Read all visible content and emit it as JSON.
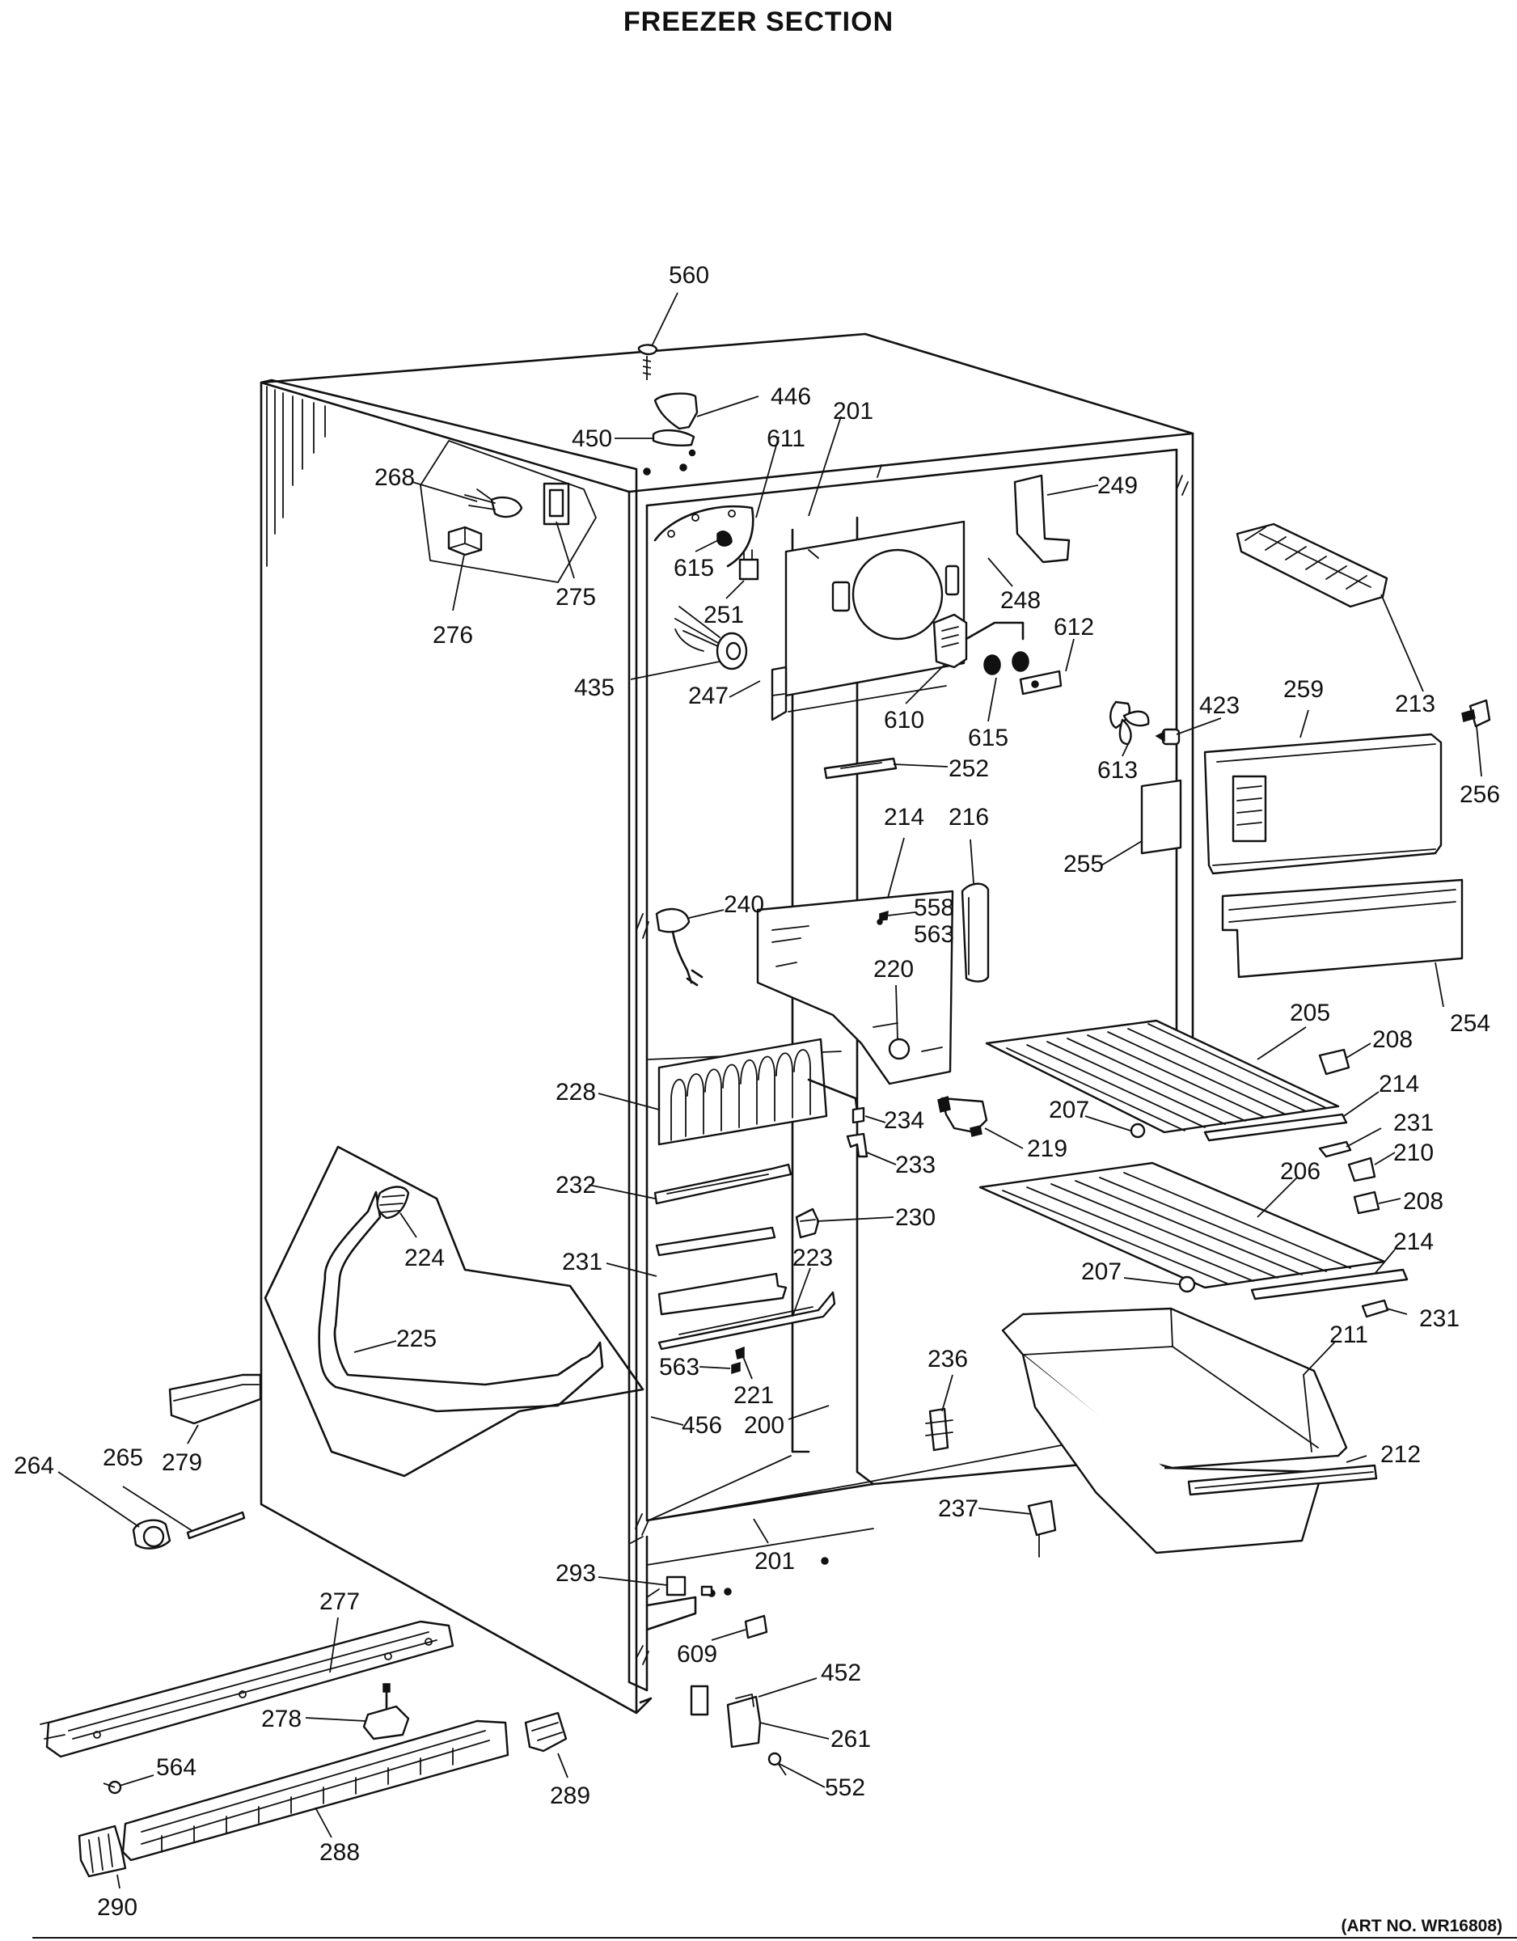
{
  "title": "FREEZER SECTION",
  "art_number": "(ART NO. WR16808)",
  "callouts": [
    {
      "id": "c560",
      "text": "560"
    },
    {
      "id": "c446",
      "text": "446"
    },
    {
      "id": "c450",
      "text": "450"
    },
    {
      "id": "c201a",
      "text": "201"
    },
    {
      "id": "c611",
      "text": "611"
    },
    {
      "id": "c268",
      "text": "268"
    },
    {
      "id": "c249",
      "text": "249"
    },
    {
      "id": "c615a",
      "text": "615"
    },
    {
      "id": "c251",
      "text": "251"
    },
    {
      "id": "c275",
      "text": "275"
    },
    {
      "id": "c276",
      "text": "276"
    },
    {
      "id": "c248",
      "text": "248"
    },
    {
      "id": "c612",
      "text": "612"
    },
    {
      "id": "c213",
      "text": "213"
    },
    {
      "id": "c435",
      "text": "435"
    },
    {
      "id": "c247",
      "text": "247"
    },
    {
      "id": "c610",
      "text": "610"
    },
    {
      "id": "c615b",
      "text": "615"
    },
    {
      "id": "c423",
      "text": "423"
    },
    {
      "id": "c259",
      "text": "259"
    },
    {
      "id": "c256",
      "text": "256"
    },
    {
      "id": "c613",
      "text": "613"
    },
    {
      "id": "c252",
      "text": "252"
    },
    {
      "id": "c214a",
      "text": "214"
    },
    {
      "id": "c216",
      "text": "216"
    },
    {
      "id": "c255",
      "text": "255"
    },
    {
      "id": "c240",
      "text": "240"
    },
    {
      "id": "c558",
      "text": "558"
    },
    {
      "id": "c563a",
      "text": "563"
    },
    {
      "id": "c220",
      "text": "220"
    },
    {
      "id": "c254",
      "text": "254"
    },
    {
      "id": "c205",
      "text": "205"
    },
    {
      "id": "c208a",
      "text": "208"
    },
    {
      "id": "c228",
      "text": "228"
    },
    {
      "id": "c234",
      "text": "234"
    },
    {
      "id": "c214b",
      "text": "214"
    },
    {
      "id": "c207a",
      "text": "207"
    },
    {
      "id": "c219",
      "text": "219"
    },
    {
      "id": "c231a",
      "text": "231"
    },
    {
      "id": "c233",
      "text": "233"
    },
    {
      "id": "c210",
      "text": "210"
    },
    {
      "id": "c232",
      "text": "232"
    },
    {
      "id": "c206",
      "text": "206"
    },
    {
      "id": "c208b",
      "text": "208"
    },
    {
      "id": "c230",
      "text": "230"
    },
    {
      "id": "c224",
      "text": "224"
    },
    {
      "id": "c231b",
      "text": "231"
    },
    {
      "id": "c223",
      "text": "223"
    },
    {
      "id": "c214c",
      "text": "214"
    },
    {
      "id": "c207b",
      "text": "207"
    },
    {
      "id": "c231c",
      "text": "231"
    },
    {
      "id": "c225",
      "text": "225"
    },
    {
      "id": "c563b",
      "text": "563"
    },
    {
      "id": "c221",
      "text": "221"
    },
    {
      "id": "c236",
      "text": "236"
    },
    {
      "id": "c211",
      "text": "211"
    },
    {
      "id": "c456",
      "text": "456"
    },
    {
      "id": "c200",
      "text": "200"
    },
    {
      "id": "c264",
      "text": "264"
    },
    {
      "id": "c265",
      "text": "265"
    },
    {
      "id": "c279",
      "text": "279"
    },
    {
      "id": "c212",
      "text": "212"
    },
    {
      "id": "c237",
      "text": "237"
    },
    {
      "id": "c293",
      "text": "293"
    },
    {
      "id": "c201b",
      "text": "201"
    },
    {
      "id": "c277",
      "text": "277"
    },
    {
      "id": "c609",
      "text": "609"
    },
    {
      "id": "c452",
      "text": "452"
    },
    {
      "id": "c278",
      "text": "278"
    },
    {
      "id": "c261",
      "text": "261"
    },
    {
      "id": "c564",
      "text": "564"
    },
    {
      "id": "c289",
      "text": "289"
    },
    {
      "id": "c552",
      "text": "552"
    },
    {
      "id": "c288",
      "text": "288"
    },
    {
      "id": "c290",
      "text": "290"
    }
  ]
}
